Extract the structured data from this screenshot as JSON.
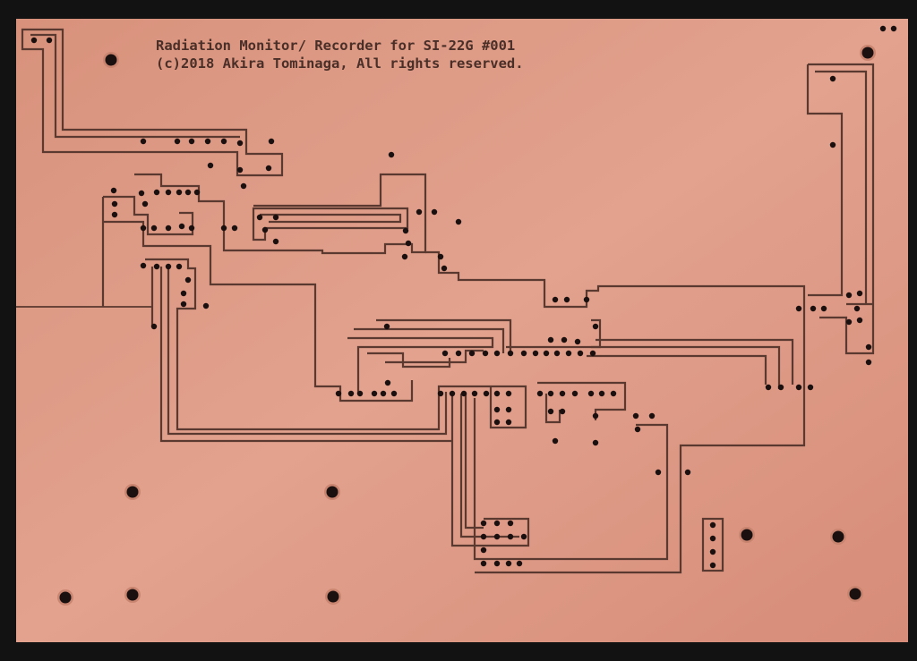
{
  "image": {
    "subject": "pcb-board",
    "colors": {
      "background": "#121212",
      "copper": "#dc9a85",
      "copper_light": "#e8b4a1",
      "trace": "#5a3a30",
      "hole": "#1a1010",
      "silk": "#4a2f28"
    }
  },
  "board": {
    "title_line_1": "Radiation Monitor/ Recorder for SI-22G #001",
    "title_line_2": "(c)2018 Akira Tominaga, All rights reserved."
  }
}
